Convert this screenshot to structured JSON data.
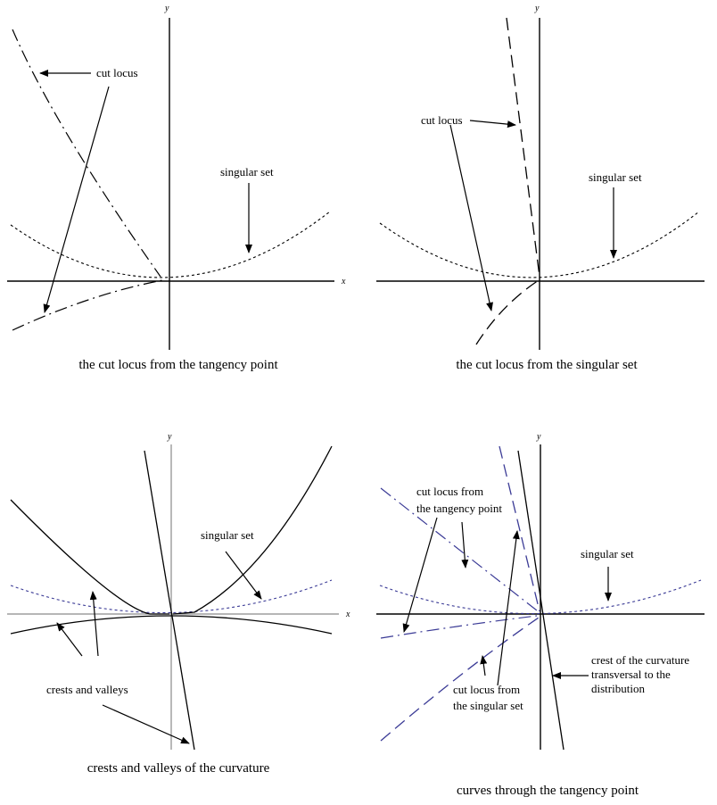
{
  "axes": {
    "x": "x",
    "y": "y"
  },
  "panels": [
    {
      "caption": "the cut locus from the tangency point",
      "labels": {
        "cut_locus": "cut locus",
        "singular_set": "singular set"
      }
    },
    {
      "caption": "the cut locus from the singular set",
      "labels": {
        "cut_locus": "cut locus",
        "singular_set": "singular set"
      }
    },
    {
      "caption": "crests and valleys of the curvature",
      "labels": {
        "singular_set": "singular set",
        "crests_valleys": "crests and valleys"
      }
    },
    {
      "caption": "curves through the tangency point",
      "labels": {
        "cut_locus_tangency_1": "cut locus from",
        "cut_locus_tangency_2": "the tangency point",
        "singular_set": "singular set",
        "crest_1": "crest of the curvature",
        "crest_2": "transversal to the",
        "crest_3": "distribution",
        "cut_locus_singular_1": "cut locus from",
        "cut_locus_singular_2": "the singular set"
      }
    }
  ],
  "colors": {
    "ink": "#000000",
    "blue": "#3b3b96",
    "grey_axis": "#8a8a8a"
  }
}
